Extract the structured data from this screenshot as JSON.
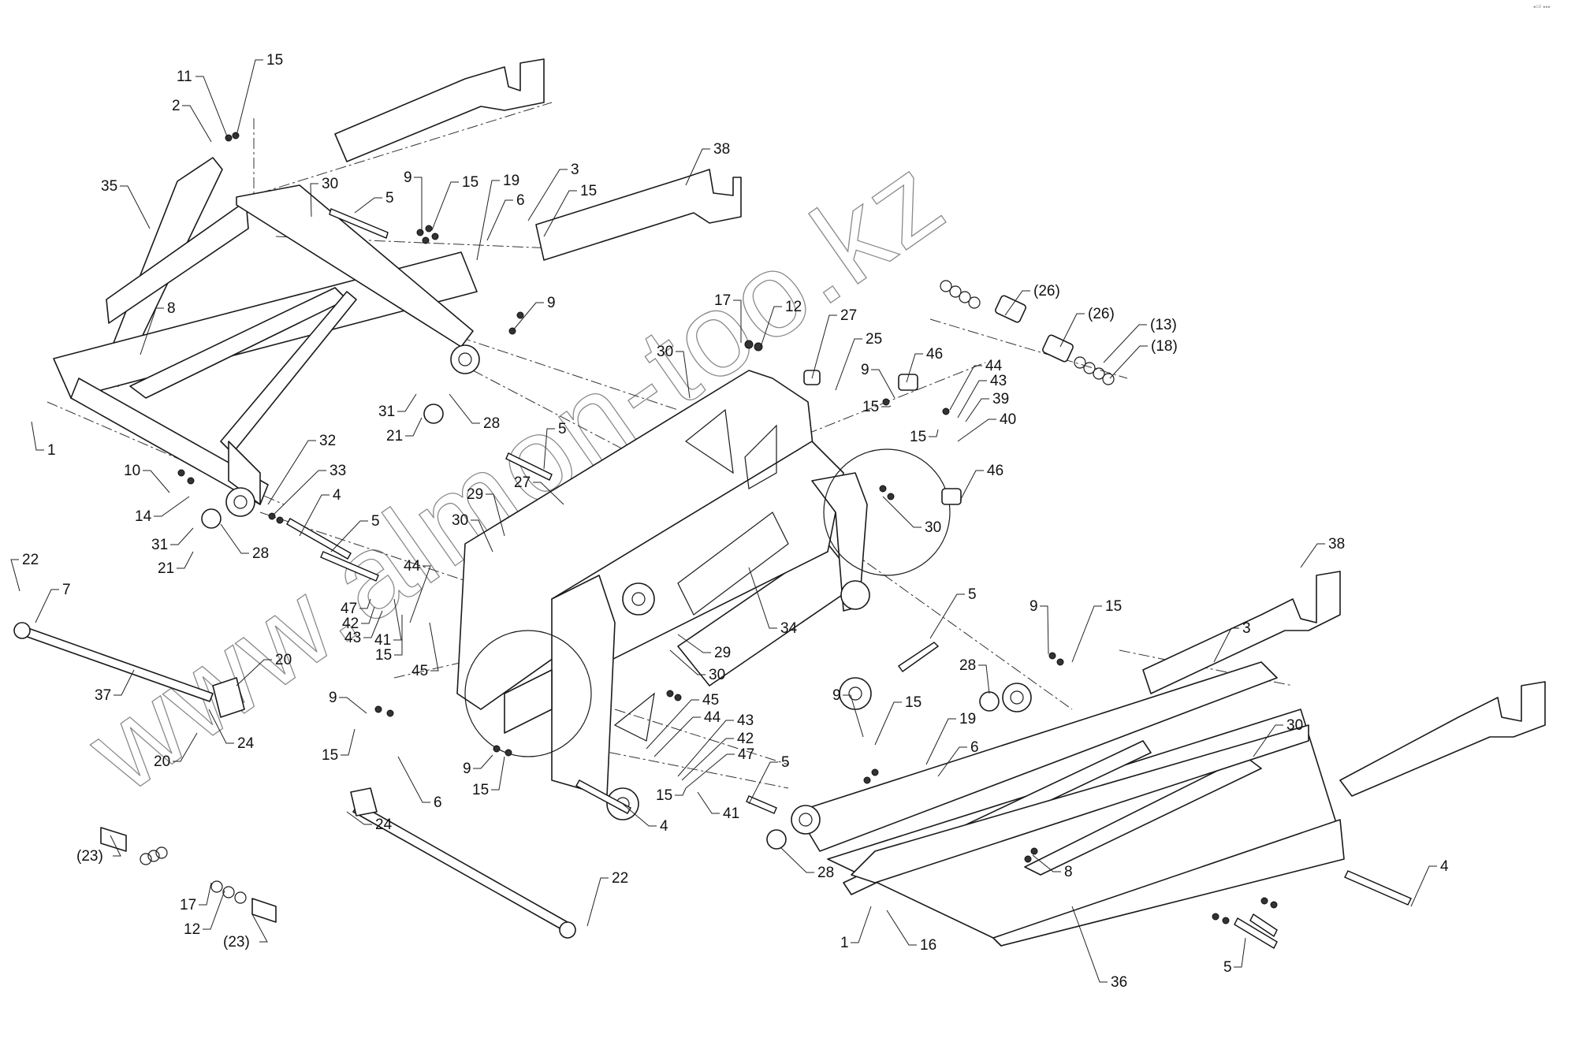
{
  "diagram": {
    "title": "Frame assembly exploded parts view",
    "watermark": "www.almon-too.kz",
    "corner_marks": "•ᶜᵈ •••",
    "callouts": [
      {
        "id": "11",
        "label": "11"
      },
      {
        "id": "15a",
        "label": "15"
      },
      {
        "id": "2",
        "label": "2"
      },
      {
        "id": "35",
        "label": "35"
      },
      {
        "id": "8a",
        "label": "8"
      },
      {
        "id": "1a",
        "label": "1"
      },
      {
        "id": "30a",
        "label": "30"
      },
      {
        "id": "5a",
        "label": "5"
      },
      {
        "id": "9a",
        "label": "9"
      },
      {
        "id": "15b",
        "label": "15"
      },
      {
        "id": "19a",
        "label": "19"
      },
      {
        "id": "6a",
        "label": "6"
      },
      {
        "id": "3a",
        "label": "3"
      },
      {
        "id": "15c",
        "label": "15"
      },
      {
        "id": "38a",
        "label": "38"
      },
      {
        "id": "9b",
        "label": "9"
      },
      {
        "id": "31a",
        "label": "31"
      },
      {
        "id": "28a",
        "label": "28"
      },
      {
        "id": "21a",
        "label": "21"
      },
      {
        "id": "32",
        "label": "32"
      },
      {
        "id": "33",
        "label": "33"
      },
      {
        "id": "4a",
        "label": "4"
      },
      {
        "id": "5b",
        "label": "5"
      },
      {
        "id": "10",
        "label": "10"
      },
      {
        "id": "14",
        "label": "14"
      },
      {
        "id": "31b",
        "label": "31"
      },
      {
        "id": "28b",
        "label": "28"
      },
      {
        "id": "21b",
        "label": "21"
      },
      {
        "id": "22a",
        "label": "22"
      },
      {
        "id": "7",
        "label": "7"
      },
      {
        "id": "37",
        "label": "37"
      },
      {
        "id": "20a",
        "label": "20"
      },
      {
        "id": "24a",
        "label": "24"
      },
      {
        "id": "20b",
        "label": "20"
      },
      {
        "id": "17a",
        "label": "17"
      },
      {
        "id": "12a",
        "label": "12"
      },
      {
        "id": "27a",
        "label": "27"
      },
      {
        "id": "25",
        "label": "25"
      },
      {
        "id": "30b",
        "label": "30"
      },
      {
        "id": "46a",
        "label": "46"
      },
      {
        "id": "9c",
        "label": "9"
      },
      {
        "id": "15d",
        "label": "15"
      },
      {
        "id": "44a",
        "label": "44"
      },
      {
        "id": "43a",
        "label": "43"
      },
      {
        "id": "39",
        "label": "39"
      },
      {
        "id": "40",
        "label": "40"
      },
      {
        "id": "15e",
        "label": "15"
      },
      {
        "id": "26a",
        "label": "(26)"
      },
      {
        "id": "26b",
        "label": "(26)"
      },
      {
        "id": "13",
        "label": "(13)"
      },
      {
        "id": "18",
        "label": "(18)"
      },
      {
        "id": "46b",
        "label": "46"
      },
      {
        "id": "30c",
        "label": "30"
      },
      {
        "id": "5c",
        "label": "5"
      },
      {
        "id": "27b",
        "label": "27"
      },
      {
        "id": "29a",
        "label": "29"
      },
      {
        "id": "30d",
        "label": "30"
      },
      {
        "id": "44b",
        "label": "44"
      },
      {
        "id": "47a",
        "label": "47"
      },
      {
        "id": "42a",
        "label": "42"
      },
      {
        "id": "43b",
        "label": "43"
      },
      {
        "id": "41a",
        "label": "41"
      },
      {
        "id": "15f",
        "label": "15"
      },
      {
        "id": "45a",
        "label": "45"
      },
      {
        "id": "34",
        "label": "34"
      },
      {
        "id": "29b",
        "label": "29"
      },
      {
        "id": "30e",
        "label": "30"
      },
      {
        "id": "5d",
        "label": "5"
      },
      {
        "id": "38b",
        "label": "38"
      },
      {
        "id": "9d",
        "label": "9"
      },
      {
        "id": "15g",
        "label": "15"
      },
      {
        "id": "3b",
        "label": "3"
      },
      {
        "id": "28c",
        "label": "28"
      },
      {
        "id": "30f",
        "label": "30"
      },
      {
        "id": "9e",
        "label": "9"
      },
      {
        "id": "15h",
        "label": "15"
      },
      {
        "id": "6b",
        "label": "6"
      },
      {
        "id": "9f",
        "label": "9"
      },
      {
        "id": "15i",
        "label": "15"
      },
      {
        "id": "45b",
        "label": "45"
      },
      {
        "id": "44c",
        "label": "44"
      },
      {
        "id": "43c",
        "label": "43"
      },
      {
        "id": "42b",
        "label": "42"
      },
      {
        "id": "47b",
        "label": "47"
      },
      {
        "id": "15j",
        "label": "15"
      },
      {
        "id": "41b",
        "label": "41"
      },
      {
        "id": "5e",
        "label": "5"
      },
      {
        "id": "4b",
        "label": "4"
      },
      {
        "id": "24b",
        "label": "24"
      },
      {
        "id": "9g",
        "label": "9"
      },
      {
        "id": "15k",
        "label": "15"
      },
      {
        "id": "19b",
        "label": "19"
      },
      {
        "id": "6c",
        "label": "6"
      },
      {
        "id": "28d",
        "label": "28"
      },
      {
        "id": "8b",
        "label": "8"
      },
      {
        "id": "1b",
        "label": "1"
      },
      {
        "id": "16",
        "label": "16"
      },
      {
        "id": "36",
        "label": "36"
      },
      {
        "id": "4c",
        "label": "4"
      },
      {
        "id": "5f",
        "label": "5"
      },
      {
        "id": "22b",
        "label": "22"
      },
      {
        "id": "23a",
        "label": "(23)"
      },
      {
        "id": "17b",
        "label": "17"
      },
      {
        "id": "12b",
        "label": "12"
      },
      {
        "id": "23b",
        "label": "(23)"
      }
    ]
  }
}
